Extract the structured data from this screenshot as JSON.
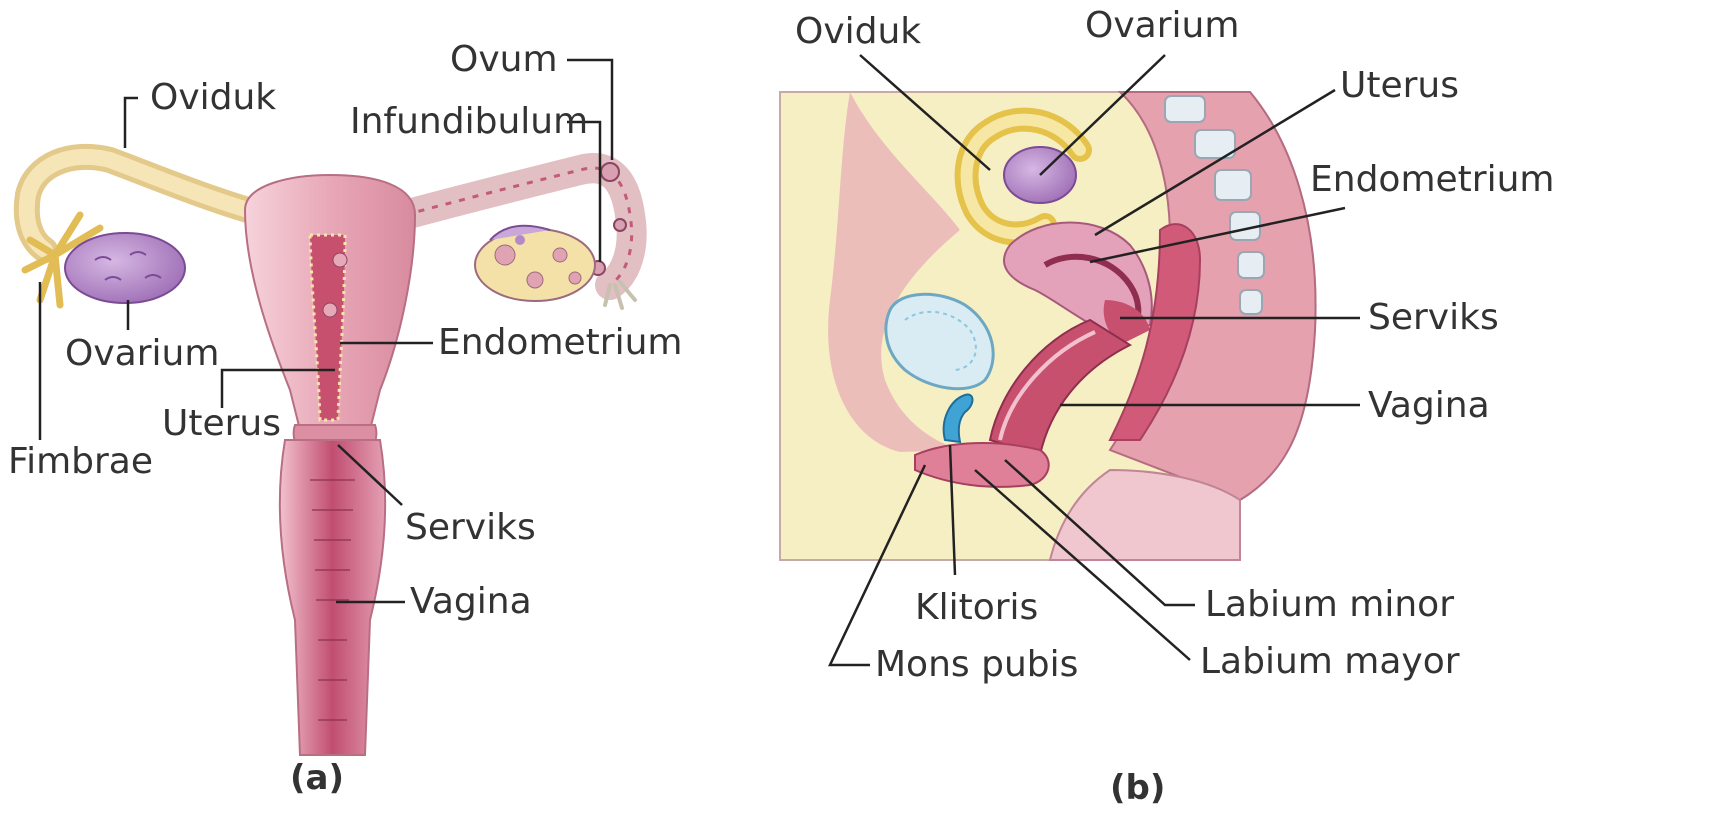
{
  "panel_a": {
    "caption": "(a)",
    "labels": {
      "oviduk": "Oviduk",
      "ovum": "Ovum",
      "infundibulum": "Infundibulum",
      "ovarium": "Ovarium",
      "endometrium": "Endometrium",
      "uterus": "Uterus",
      "fimbrae": "Fimbrae",
      "serviks": "Serviks",
      "vagina": "Vagina"
    }
  },
  "panel_b": {
    "caption": "(b)",
    "labels": {
      "oviduk": "Oviduk",
      "ovarium": "Ovarium",
      "uterus": "Uterus",
      "endometrium": "Endometrium",
      "serviks": "Serviks",
      "vagina": "Vagina",
      "klitoris": "Klitoris",
      "mons_pubis": "Mons pubis",
      "labium_minor": "Labium minor",
      "labium_mayor": "Labium mayor"
    }
  },
  "colors": {
    "uterus_pink": "#e7a9b7",
    "endometrium_deep": "#c8506f",
    "ovary_purple": "#b48ac6",
    "tube_yellow": "#f3df9f",
    "skin_light": "#f7efc4",
    "bladder_blue": "#8ec6e0",
    "clitoris_blue": "#3fa3d6",
    "leader_line": "#222222"
  }
}
